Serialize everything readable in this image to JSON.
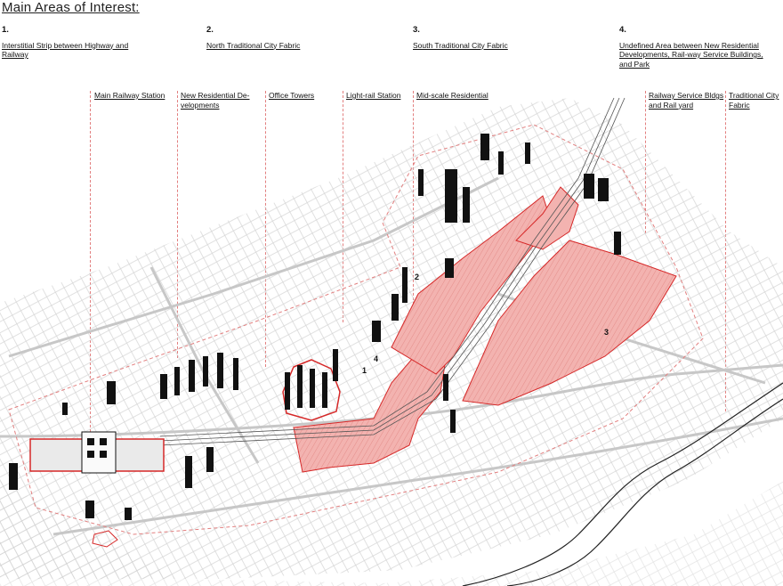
{
  "title": "Main Areas of Interest:",
  "areas": [
    {
      "num": "1.",
      "desc": "Interstitial Strip between Highway and Railway"
    },
    {
      "num": "2.",
      "desc": "North Traditional City Fabric"
    },
    {
      "num": "3.",
      "desc": "South Traditional City Fabric"
    },
    {
      "num": "4.",
      "desc": "Undefined Area between New Residential Developments, Rail-way Service Buildings, and Park"
    }
  ],
  "labels": [
    {
      "text": "Main Railway Station"
    },
    {
      "text": "New Residential De-\nvelopments"
    },
    {
      "text": "Office Towers"
    },
    {
      "text": "Light-rail Station"
    },
    {
      "text": "Mid-scale Residential"
    },
    {
      "text": "Railway Service Bldgs\nand Rail yard"
    },
    {
      "text": "Traditional City\nFabric"
    }
  ],
  "markers": [
    "1",
    "2",
    "3",
    "4"
  ],
  "colors": {
    "highlight": "#f3b3b0",
    "outline": "#d62828",
    "leader": "#e27f7f",
    "roads": "#bdbdbd",
    "buildings": "#111111"
  }
}
